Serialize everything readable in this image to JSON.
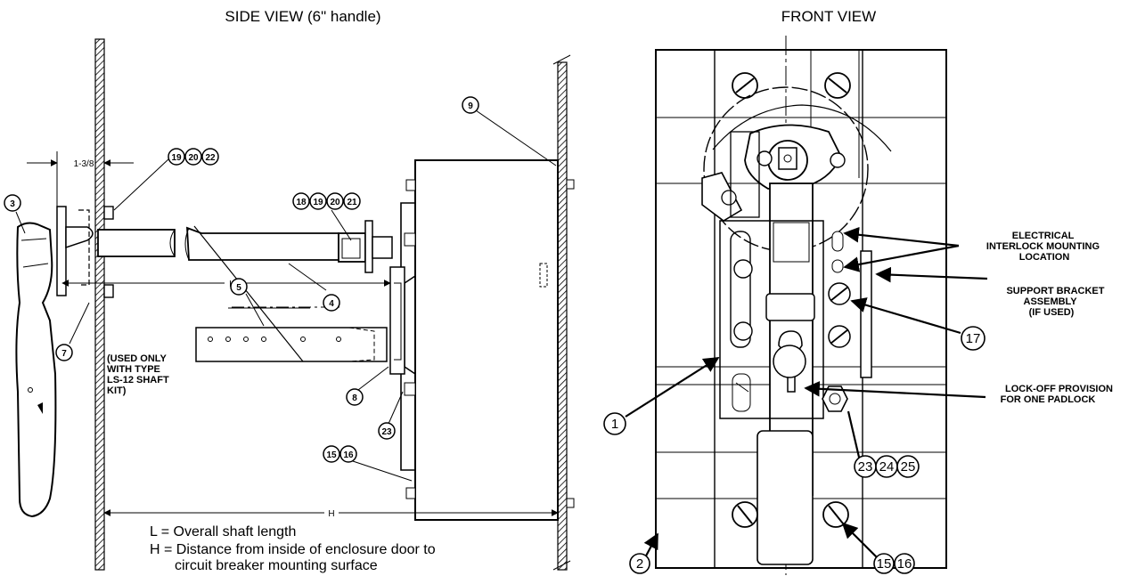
{
  "titles": {
    "side": "SIDE VIEW (6\" handle)",
    "front": "FRONT VIEW"
  },
  "side": {
    "dim_label": "1-3/8",
    "L_label": "L",
    "H_label": "H",
    "note": [
      "(USED ONLY",
      "WITH TYPE",
      "LS-12 SHAFT",
      "KIT)"
    ],
    "callouts": [
      {
        "id": "c3",
        "nums": [
          "3"
        ]
      },
      {
        "id": "c7",
        "nums": [
          "7"
        ]
      },
      {
        "id": "c19-20-22",
        "nums": [
          "19",
          "20",
          "22"
        ]
      },
      {
        "id": "c18-19-20-21",
        "nums": [
          "18",
          "19",
          "20",
          "21"
        ]
      },
      {
        "id": "c4",
        "nums": [
          "4"
        ]
      },
      {
        "id": "c5",
        "nums": [
          "5"
        ]
      },
      {
        "id": "c8",
        "nums": [
          "8"
        ]
      },
      {
        "id": "c23",
        "nums": [
          "23"
        ]
      },
      {
        "id": "c15-16",
        "nums": [
          "15",
          "16"
        ]
      },
      {
        "id": "c9",
        "nums": [
          "9"
        ]
      }
    ]
  },
  "legend": {
    "line1": "L = Overall shaft length",
    "line2": "H = Distance from inside of enclosure door to",
    "line3": "circuit breaker mounting surface"
  },
  "front": {
    "labels": {
      "electrical": [
        "ELECTRICAL",
        "INTERLOCK MOUNTING",
        "LOCATION"
      ],
      "support": [
        "SUPPORT BRACKET",
        "ASSEMBLY",
        "(IF USED)"
      ],
      "lockoff": [
        "LOCK-OFF PROVISION",
        "FOR ONE PADLOCK"
      ]
    },
    "callouts": [
      {
        "id": "f17",
        "nums": [
          "17"
        ]
      },
      {
        "id": "f1",
        "nums": [
          "1"
        ]
      },
      {
        "id": "f23-24-25",
        "nums": [
          "23",
          "24",
          "25"
        ]
      },
      {
        "id": "f2",
        "nums": [
          "2"
        ]
      },
      {
        "id": "f15-16",
        "nums": [
          "15",
          "16"
        ]
      }
    ]
  }
}
